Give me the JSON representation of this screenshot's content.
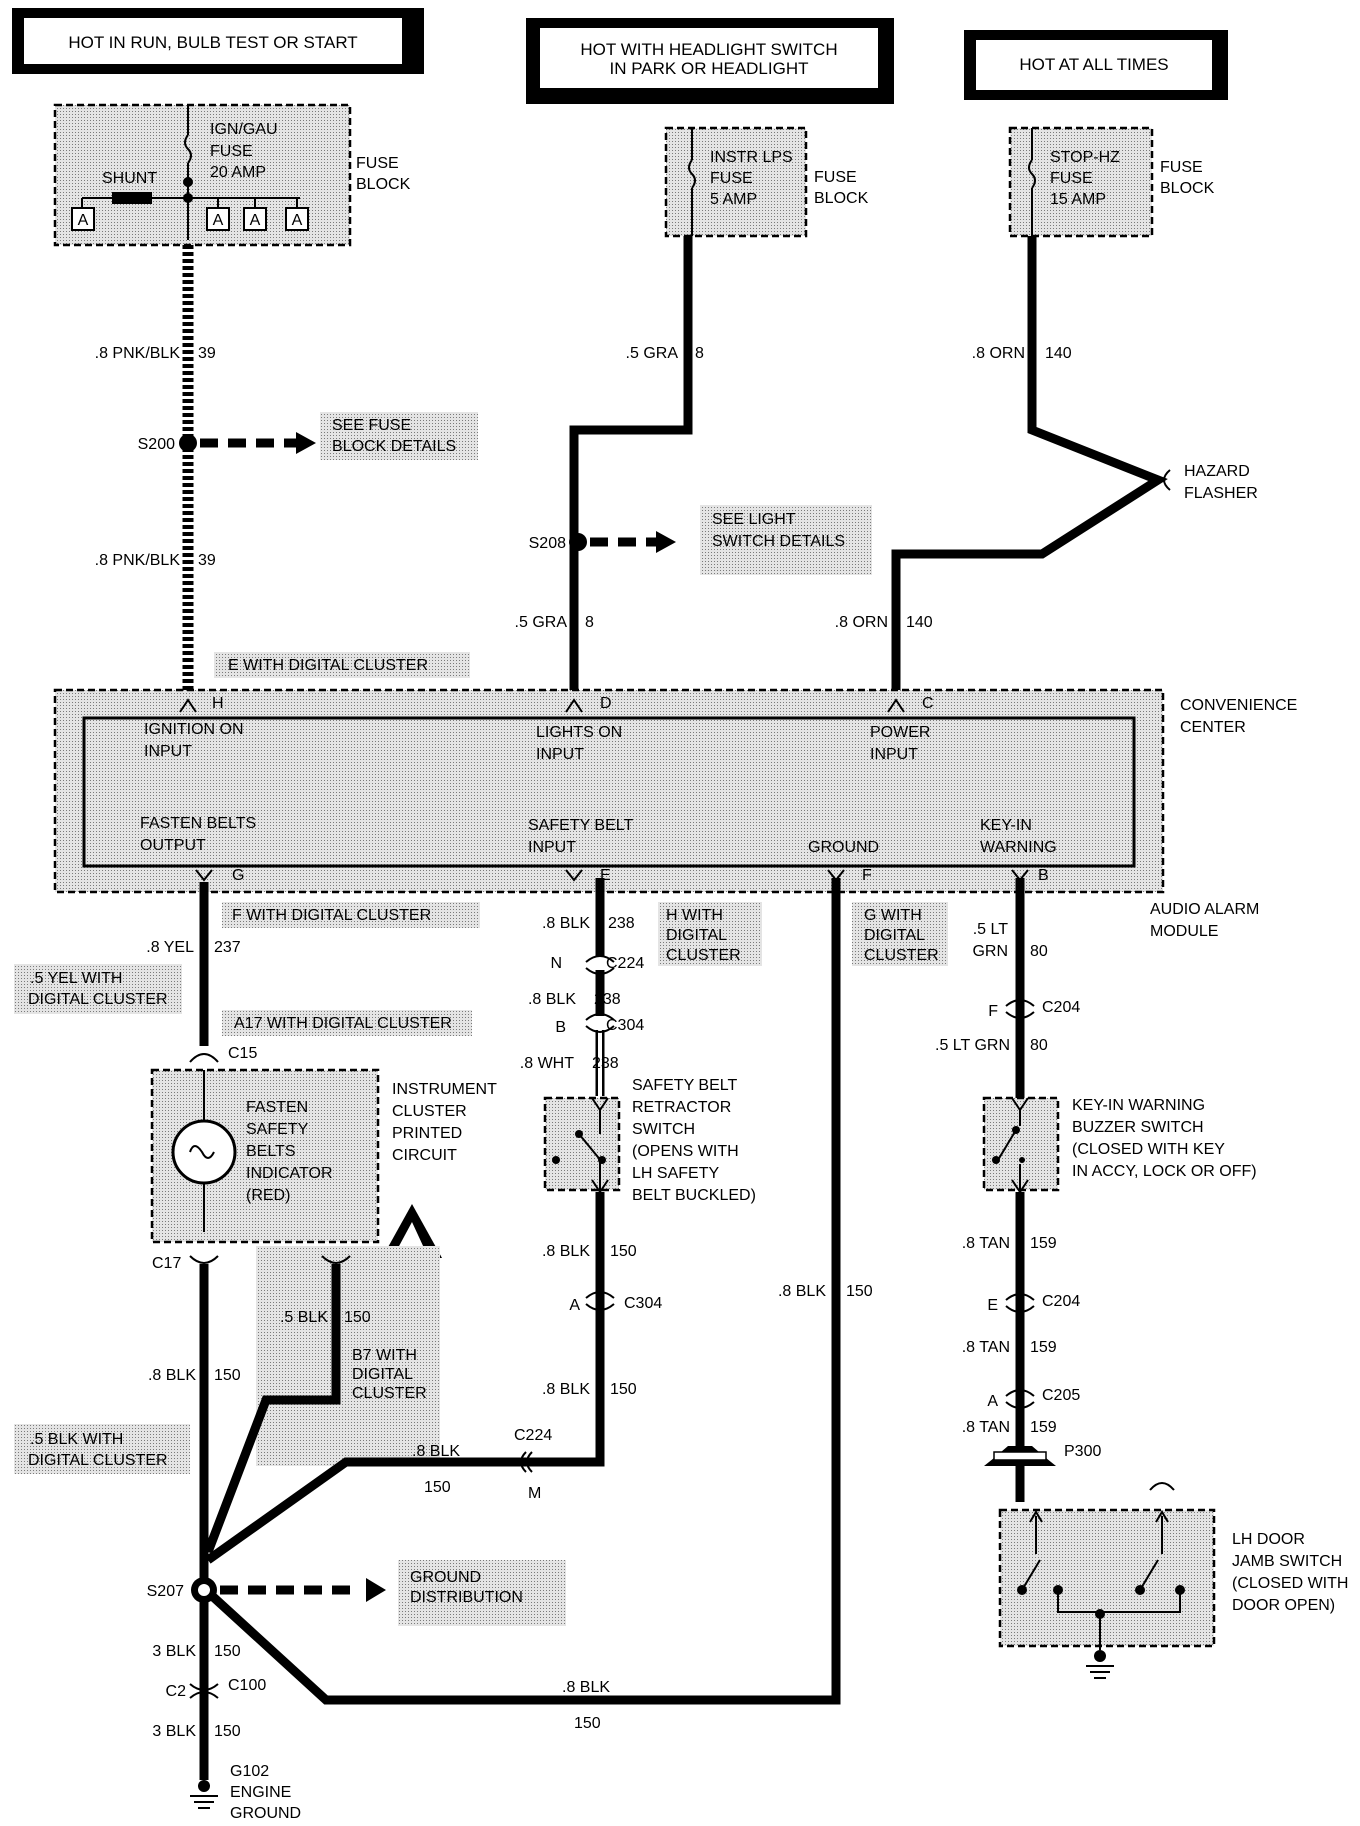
{
  "headers": {
    "run_bulb_start": "HOT IN RUN, BULB TEST OR START",
    "headlight_line1": "HOT WITH HEADLIGHT SWITCH",
    "headlight_line2": "IN PARK OR HEADLIGHT",
    "always": "HOT AT ALL TIMES"
  },
  "fuses": {
    "ign": {
      "line1": "IGN/GAU",
      "line2": "FUSE",
      "line3": "20 AMP",
      "shunt": "SHUNT",
      "terminal": "A"
    },
    "instr": {
      "line1": "INSTR LPS",
      "line2": "FUSE",
      "line3": "5 AMP"
    },
    "stop": {
      "line1": "STOP-HZ",
      "line2": "FUSE",
      "line3": "15 AMP"
    },
    "block_line1": "FUSE",
    "block_line2": "BLOCK"
  },
  "wires": {
    "w39_size": ".8 PNK/BLK",
    "w39_num": "39",
    "w8_size": ".5 GRA",
    "w8_num": "8",
    "w140_size": ".8 ORN",
    "w140_num": "140",
    "w237_size": ".8 YEL",
    "w237_num": "237",
    "w238a_size": ".8 BLK",
    "w238a_num": "238",
    "w238b_size": ".8 BLK",
    "w238b_num": "238",
    "w238c_size": ".8 WHT",
    "w238c_num": "238",
    "w80a_size": ".5 LT",
    "w80a_size2": "GRN",
    "w80a_num": "80",
    "w80b_size": ".5 LT GRN",
    "w80b_num": "80",
    "w150a_size": ".8 BLK",
    "w150a_num": "150",
    "w150b_size": ".8 BLK",
    "w150b_num": "150",
    "w150c_size": ".8 BLK",
    "w150c_num": "150",
    "w150d_size": ".5 BLK",
    "w150d_num": "150",
    "w150e_size": ".8 BLK",
    "w150e_num": "150",
    "w150f_size": ".8 BLK",
    "w150f_num": "150",
    "w150g_size": ".8 BLK",
    "w150g_num": "150",
    "w150h_size": "3 BLK",
    "w150h_num": "150",
    "w150i_size": "3 BLK",
    "w150i_num": "150",
    "w159a_size": ".8 TAN",
    "w159a_num": "159",
    "w159b_size": ".8 TAN",
    "w159b_num": "159",
    "w159c_size": ".8 TAN",
    "w159c_num": "159"
  },
  "splices": {
    "s200": "S200",
    "s208": "S208",
    "s207": "S207",
    "see_fuse_1": "SEE FUSE",
    "see_fuse_2": "BLOCK DETAILS",
    "see_light_1": "SEE LIGHT",
    "see_light_2": "SWITCH DETAILS",
    "ground_dist_1": "GROUND",
    "ground_dist_2": "DISTRIBUTION"
  },
  "hazard": {
    "line1": "HAZARD",
    "line2": "FLASHER"
  },
  "module": {
    "name1": "CONVENIENCE",
    "name2": "CENTER",
    "alt1": "AUDIO ALARM",
    "alt2": "MODULE",
    "ign_1": "IGNITION ON",
    "ign_2": "INPUT",
    "lights_1": "LIGHTS ON",
    "lights_2": "INPUT",
    "power_1": "POWER",
    "power_2": "INPUT",
    "fasten_1": "FASTEN BELTS",
    "fasten_2": "OUTPUT",
    "safety_1": "SAFETY BELT",
    "safety_2": "INPUT",
    "ground": "GROUND",
    "keyin_1": "KEY-IN",
    "keyin_2": "WARNING",
    "pin_h": "H",
    "pin_d": "D",
    "pin_c": "C",
    "pin_g": "G",
    "pin_e": "E",
    "pin_f": "F",
    "pin_b": "B"
  },
  "digital_notes": {
    "e_digital": "E WITH DIGITAL CLUSTER",
    "f_digital": "F WITH DIGITAL CLUSTER",
    "yel_1": ".5 YEL WITH",
    "yel_2": "DIGITAL CLUSTER",
    "a17": "A17 WITH DIGITAL CLUSTER",
    "h_1": "H WITH",
    "h_2": "DIGITAL",
    "h_3": "CLUSTER",
    "g_1": "G WITH",
    "g_2": "DIGITAL",
    "g_3": "CLUSTER",
    "b7_1": "B7 WITH",
    "b7_2": "DIGITAL",
    "b7_3": "CLUSTER",
    "blk_1": ".5 BLK WITH",
    "blk_2": "DIGITAL CLUSTER"
  },
  "connectors": {
    "c224": "C224",
    "c224_n": "N",
    "c224_m": "M",
    "c304": "C304",
    "c304_b": "B",
    "c304_a": "A",
    "c15": "C15",
    "c17": "C17",
    "c204": "C204",
    "c204_f": "F",
    "c204_e": "E",
    "c205": "C205",
    "c205_a": "A",
    "p300": "P300",
    "c100": "C100",
    "c100_c2": "C2"
  },
  "cluster": {
    "ind_1": "FASTEN",
    "ind_2": "SAFETY",
    "ind_3": "BELTS",
    "ind_4": "INDICATOR",
    "ind_5": "(RED)",
    "name_1": "INSTRUMENT",
    "name_2": "CLUSTER",
    "name_3": "PRINTED",
    "name_4": "CIRCUIT"
  },
  "retractor": {
    "l1": "SAFETY BELT",
    "l2": "RETRACTOR",
    "l3": "SWITCH",
    "l4": "(OPENS WITH",
    "l5": "LH SAFETY",
    "l6": "BELT BUCKLED)"
  },
  "keyin_switch": {
    "l1": "KEY-IN WARNING",
    "l2": "BUZZER  SWITCH",
    "l3": "(CLOSED WITH KEY",
    "l4": "IN ACCY, LOCK OR OFF)"
  },
  "door_switch": {
    "l1": "LH DOOR",
    "l2": "JAMB SWITCH",
    "l3": "(CLOSED WITH",
    "l4": "DOOR OPEN)"
  },
  "ground": {
    "g1": "G102",
    "g2": "ENGINE",
    "g3": "GROUND"
  }
}
